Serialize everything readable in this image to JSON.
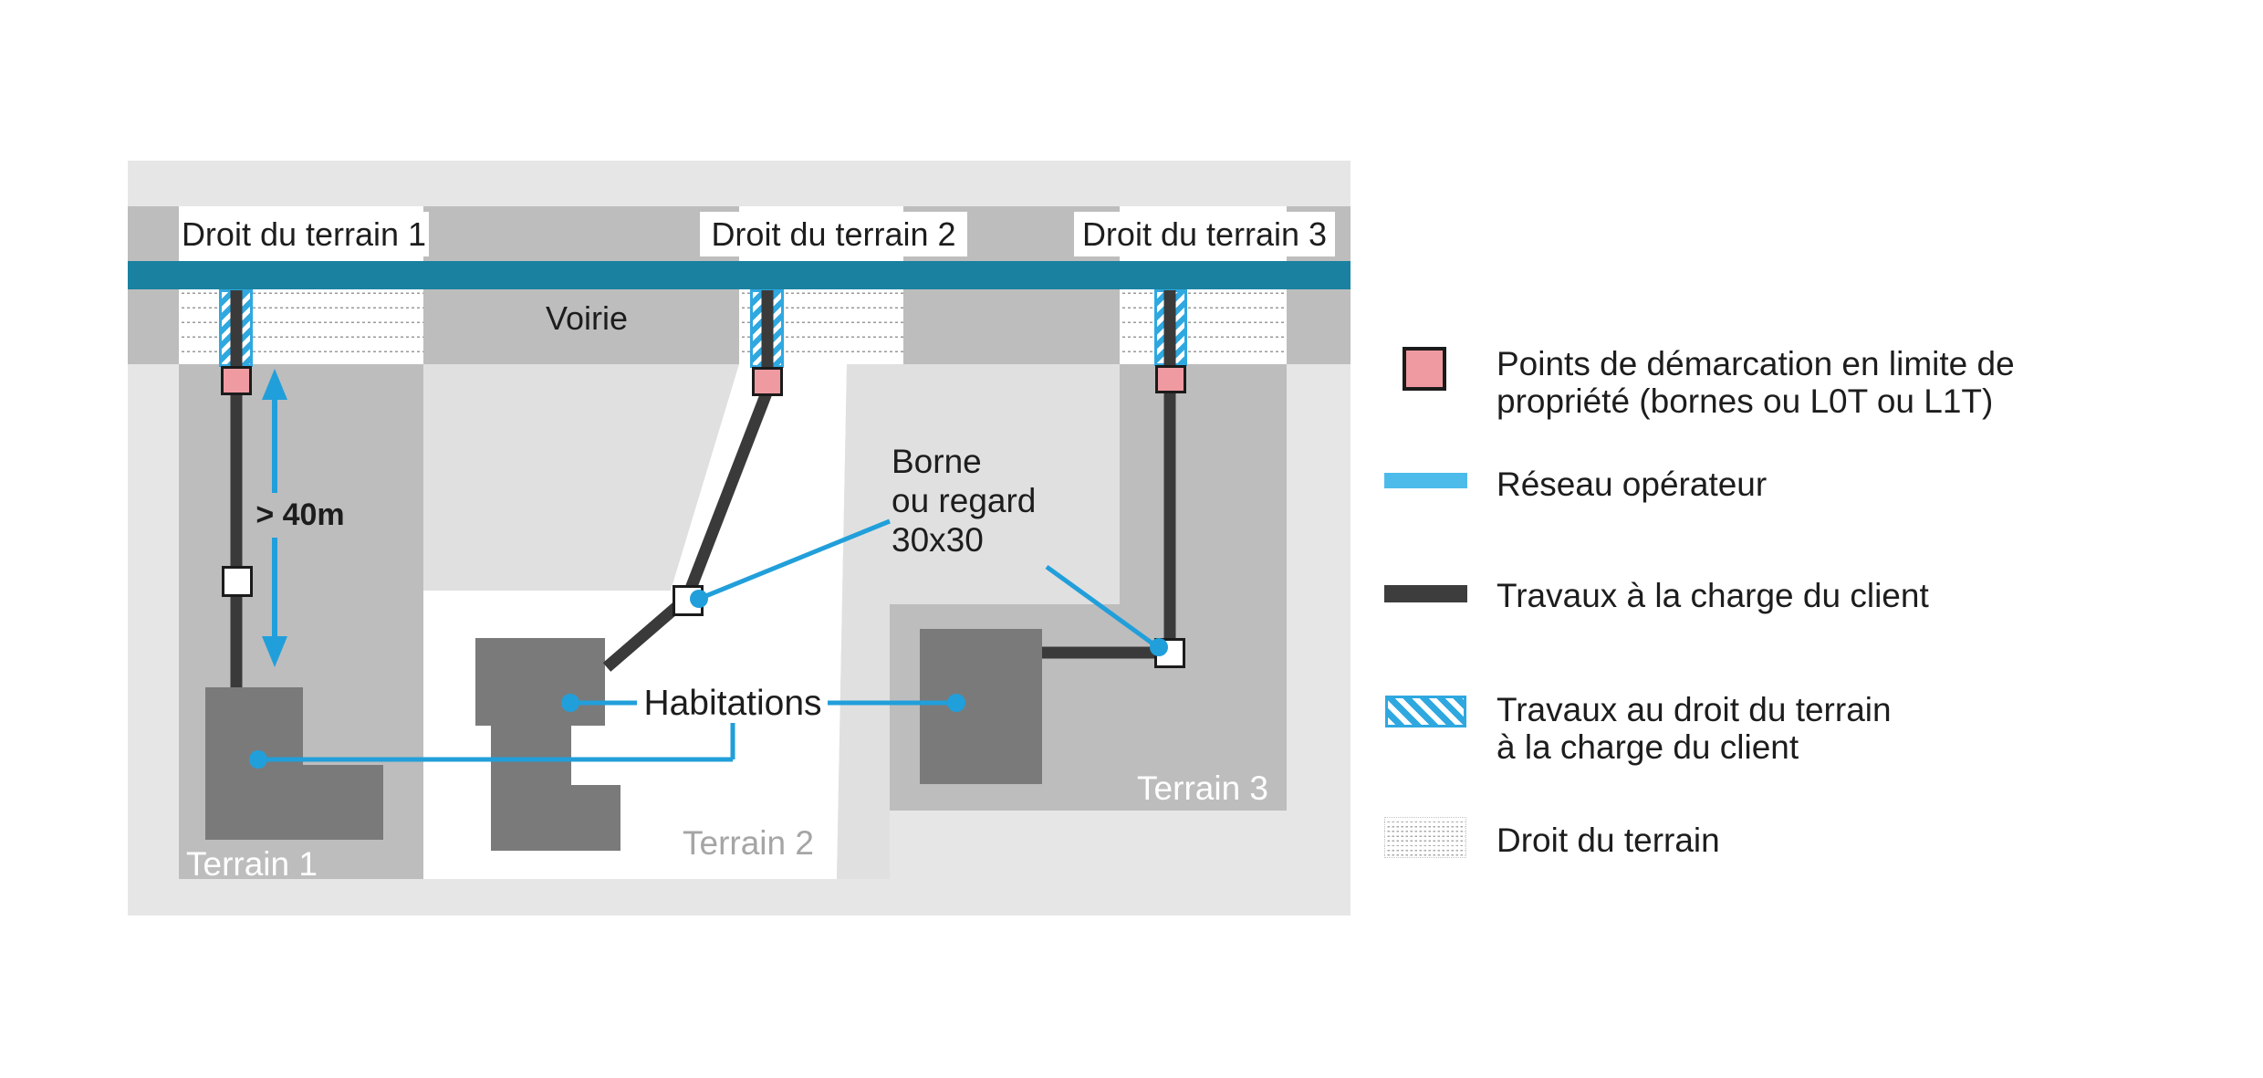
{
  "diagram": {
    "street_label": "Voirie",
    "right_of_way_labels": [
      "Droit du terrain 1",
      "Droit du terrain 2",
      "Droit du terrain 3"
    ],
    "terrain_labels": [
      "Terrain 1",
      "Terrain 2",
      "Terrain 3"
    ],
    "distance_label": "> 40m",
    "borne_label": "Borne\nou regard\n30x30",
    "habitations_label": "Habitations"
  },
  "legend": {
    "items": [
      {
        "swatch": "demarcation-point",
        "label": "Points de démarcation en limite de\npropriété (bornes ou L0T ou L1T)"
      },
      {
        "swatch": "operator-network",
        "label": "Réseau opérateur"
      },
      {
        "swatch": "client-works",
        "label": "Travaux à la charge du client"
      },
      {
        "swatch": "frontage-works",
        "label": "Travaux au droit du terrain\nà la charge du client"
      },
      {
        "swatch": "right-of-way",
        "label": "Droit du terrain"
      }
    ]
  },
  "colors": {
    "network_teal": "#1a81a0",
    "legend_network_blue": "#4dbbea",
    "annotation_blue": "#219fda",
    "hatch_blue": "#2fa8e0",
    "demarcation_pink": "#ef9aa0",
    "client_works_dark": "#3d3d3d",
    "road_gray": "#bdbdbd",
    "building_gray": "#7a7a7a",
    "panel_bg": "#e6e6e6",
    "wedge_gray": "#e0e0e0"
  }
}
